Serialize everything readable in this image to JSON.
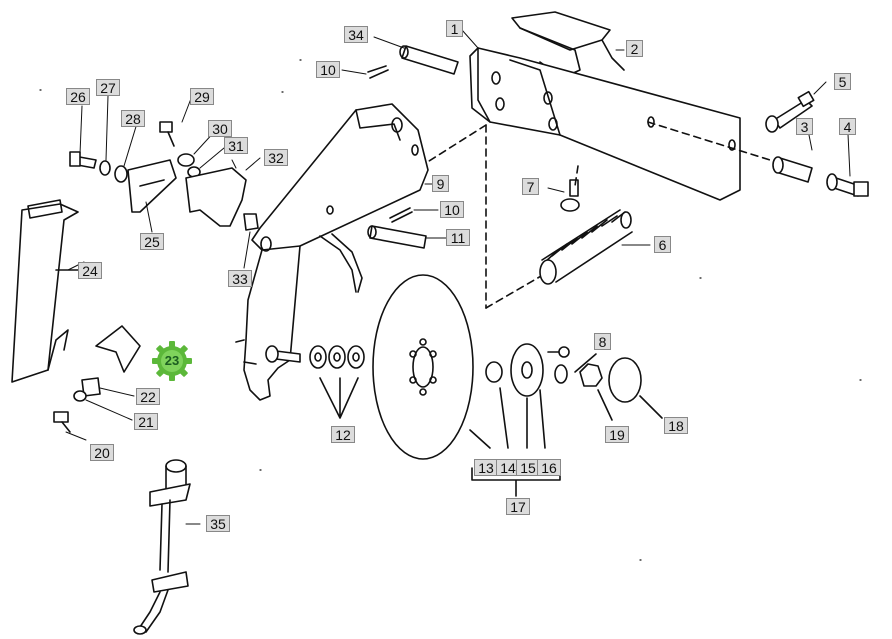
{
  "diagram": {
    "highlight_color": "#5cb83a",
    "highlighted_part": "23",
    "parts": {
      "p1": "1",
      "p2": "2",
      "p3": "3",
      "p4": "4",
      "p5": "5",
      "p6": "6",
      "p7": "7",
      "p8": "8",
      "p9": "9",
      "p10a": "10",
      "p10b": "10",
      "p11": "11",
      "p12": "12",
      "p13": "13",
      "p14": "14",
      "p15": "15",
      "p16": "16",
      "p17": "17",
      "p18": "18",
      "p19": "19",
      "p20": "20",
      "p21": "21",
      "p22": "22",
      "p23": "23",
      "p24": "24",
      "p25": "25",
      "p26": "26",
      "p27": "27",
      "p28": "28",
      "p29": "29",
      "p30": "30",
      "p31": "31",
      "p32": "32",
      "p33": "33",
      "p34": "34",
      "p35": "35"
    }
  }
}
